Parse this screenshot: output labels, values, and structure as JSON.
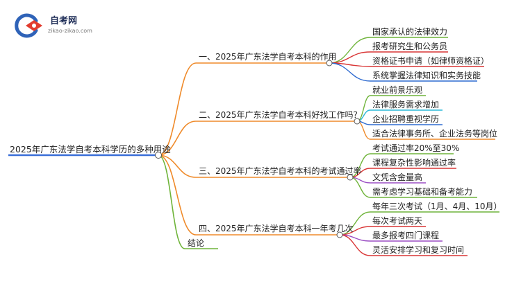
{
  "logo": {
    "title": "自考网",
    "url": "zikao-zikao.com"
  },
  "root": {
    "label": "2025年广东法学自考本科学历的多种用途",
    "color": "#3a6fd8"
  },
  "branches": [
    {
      "label": "一、2025年广东法学自考本科的作用",
      "color": "#ef8a2a",
      "children": [
        {
          "label": "国家承认的法律效力",
          "color": "#6fb43a"
        },
        {
          "label": "报考研究生和公务员",
          "color": "#d93535"
        },
        {
          "label": "资格证书申请（如律师资格证）",
          "color": "#d93535"
        },
        {
          "label": "系统掌握法律知识和实务技能",
          "color": "#2f6bd0"
        }
      ]
    },
    {
      "label": "二、2025年广东法学自考本科好找工作吗？",
      "color": "#ef8a2a",
      "children": [
        {
          "label": "就业前景乐观",
          "color": "#6fb43a"
        },
        {
          "label": "法律服务需求增加",
          "color": "#29b8d8"
        },
        {
          "label": "企业招聘重视学历",
          "color": "#2f6bd0"
        },
        {
          "label": "适合法律事务所、企业法务等岗位",
          "color": "#ef8a2a"
        }
      ]
    },
    {
      "label": "三、2025年广东法学自考本科的考试通过率",
      "color": "#ef8a2a",
      "children": [
        {
          "label": "考试通过率20%至30%",
          "color": "#6fb43a"
        },
        {
          "label": "课程复杂性影响通过率",
          "color": "#d93535"
        },
        {
          "label": "文凭含金量高",
          "color": "#9b4fc4"
        },
        {
          "label": "需考虑学习基础和备考能力",
          "color": "#6fb43a"
        }
      ]
    },
    {
      "label": "四、2025年广东法学自考本科一年考几次",
      "color": "#ef8a2a",
      "children": [
        {
          "label": "每年三次考试（1月、4月、10月）",
          "color": "#6fb43a"
        },
        {
          "label": "每次考试两天",
          "color": "#d93535"
        },
        {
          "label": "最多报考四门课程",
          "color": "#9b4fc4"
        },
        {
          "label": "灵活安排学习和复习时间",
          "color": "#d93535"
        }
      ]
    },
    {
      "label": "结论",
      "color": "#6fb43a",
      "children": []
    }
  ]
}
